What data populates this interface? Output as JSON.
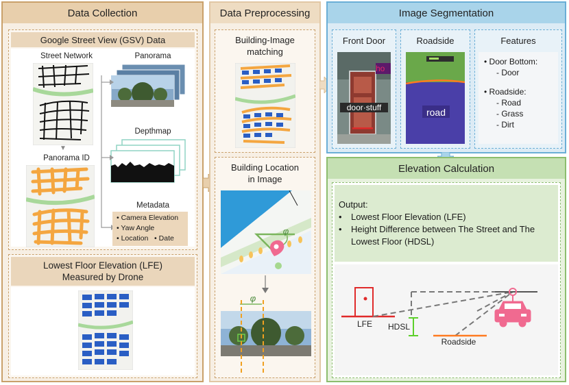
{
  "sections": {
    "collection": {
      "title": "Data Collection",
      "gsv_title": "Google Street View (GSV) Data",
      "street_network": "Street Network",
      "panorama": "Panorama",
      "depthmap": "Depthmap",
      "panorama_id": "Panorama ID",
      "metadata": "Metadata",
      "metadata_items": [
        "Camera Elevation",
        "Yaw Angle",
        "Location",
        "Date"
      ],
      "lfe_title_line1": "Lowest Floor Elevation (LFE)",
      "lfe_title_line2": "Measured by Drone"
    },
    "preprocessing": {
      "title": "Data Preprocessing",
      "matching_line1": "Building-Image",
      "matching_line2": "matching",
      "location_line1": "Building Location",
      "location_line2": "in Image",
      "phi": "φ"
    },
    "segmentation": {
      "title": "Image Segmentation",
      "front_door": "Front Door",
      "roadside": "Roadside",
      "features": "Features",
      "door_tag": "door·stuff",
      "road_tag": "road",
      "ho_tag": "ho",
      "feature_list": [
        {
          "bullet": "Door Bottom:",
          "subs": [
            "- Door"
          ]
        },
        {
          "bullet": "Roadside:",
          "subs": [
            "- Road",
            "- Grass",
            "- Dirt"
          ]
        }
      ]
    },
    "elevation": {
      "title": "Elevation Calculation",
      "output_label": "Output:",
      "outputs": [
        "Lowest Floor Elevation (LFE)",
        "Height Difference between The Street and The Lowest Floor (HDSL)"
      ],
      "lfe": "LFE",
      "hdsl": "HDSL",
      "roadside": "Roadside"
    }
  },
  "colors": {
    "collection_header": "#e8cfac",
    "collection_border": "#c9a06a",
    "orange": "#f4a640",
    "blue_header": "#a9d4ea",
    "blue_border": "#6aaed6",
    "green_header": "#c5e0b3",
    "green_border": "#8cbd6e",
    "red": "#e02a2a",
    "pink": "#f06a90"
  }
}
